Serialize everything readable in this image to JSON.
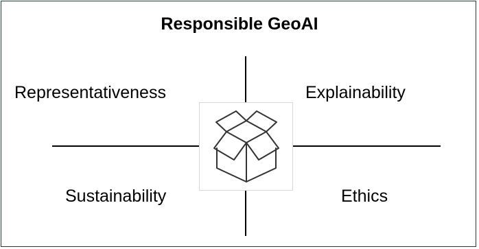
{
  "title": "Responsible GeoAI",
  "quadrants": {
    "top_left": "Representativeness",
    "top_right": "Explainability",
    "bottom_left": "Sustainability",
    "bottom_right": "Ethics"
  },
  "center_icon": "open-box-icon",
  "colors": {
    "frame_border": "#1f3a3a",
    "lines": "#000000",
    "icon_stroke": "#333333"
  }
}
